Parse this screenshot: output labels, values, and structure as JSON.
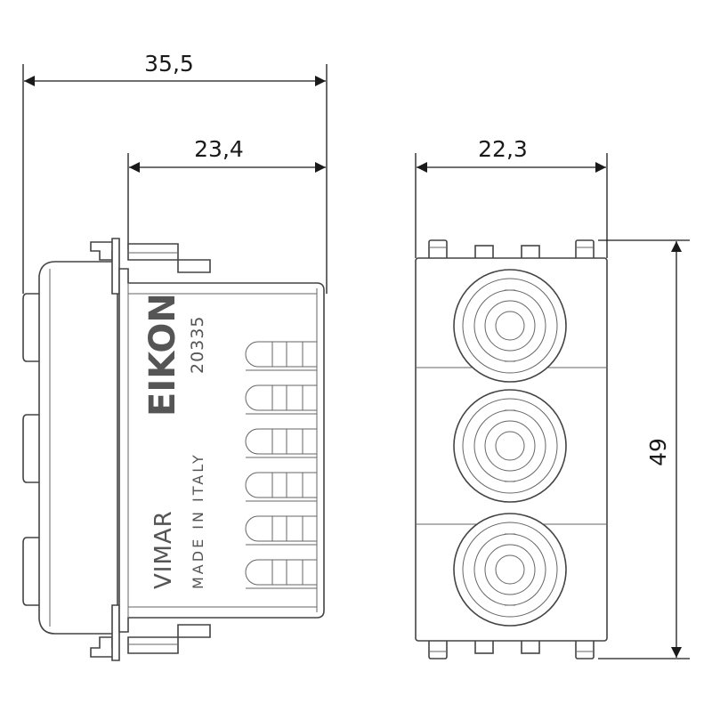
{
  "dimensions": {
    "overall_depth": "35,5",
    "body_depth": "23,4",
    "width": "22,3",
    "height": "49"
  },
  "labels": {
    "brand": "EIKON",
    "code": "20335",
    "maker": "VIMAR",
    "origin": "MADE IN ITALY"
  },
  "sockets_count": 3,
  "terminals_count": 6
}
